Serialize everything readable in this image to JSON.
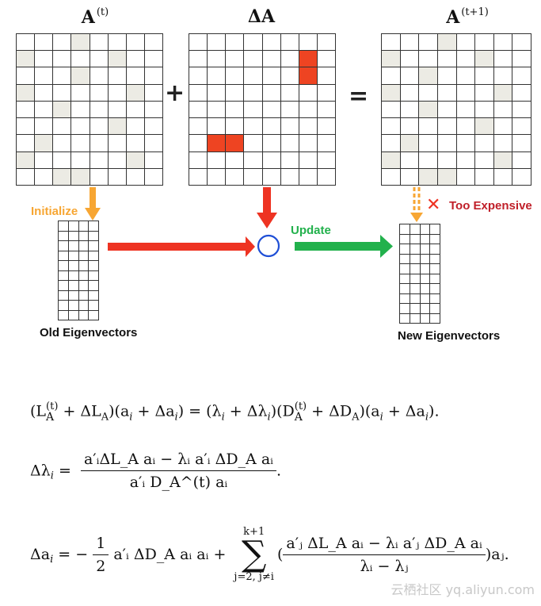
{
  "titles": {
    "A_t": "A",
    "A_t_sup": "(t)",
    "delta_A": "ΔA",
    "A_t1": "A",
    "A_t1_sup": "(t+1)"
  },
  "operators": {
    "plus": "+",
    "equals": "="
  },
  "labels": {
    "initialize": "Initialize",
    "too_expensive": "Too Expensive",
    "update": "Update",
    "old_eigenvectors": "Old Eigenvectors",
    "new_eigenvectors": "New Eigenvectors"
  },
  "colors": {
    "orange": "#f7a633",
    "red": "#ee3322",
    "green": "#22b14c",
    "blue": "#1f4fd6",
    "shade": "#ecebe4",
    "dark_red": "#c0202a"
  },
  "icons": {
    "cross": "✕"
  },
  "matrices": {
    "A_t_shaded": [
      [
        0,
        3
      ],
      [
        1,
        0
      ],
      [
        1,
        5
      ],
      [
        2,
        3
      ],
      [
        3,
        0
      ],
      [
        3,
        6
      ],
      [
        4,
        2
      ],
      [
        5,
        5
      ],
      [
        6,
        1
      ],
      [
        7,
        0
      ],
      [
        7,
        6
      ],
      [
        8,
        2
      ],
      [
        8,
        3
      ]
    ],
    "delta_A_red": [
      [
        1,
        6
      ],
      [
        2,
        6
      ],
      [
        6,
        1
      ],
      [
        6,
        2
      ]
    ],
    "A_t1_shaded": [
      [
        0,
        3
      ],
      [
        1,
        0
      ],
      [
        1,
        5
      ],
      [
        2,
        2
      ],
      [
        3,
        0
      ],
      [
        3,
        6
      ],
      [
        4,
        2
      ],
      [
        5,
        5
      ],
      [
        6,
        1
      ],
      [
        7,
        0
      ],
      [
        7,
        6
      ],
      [
        8,
        2
      ],
      [
        8,
        3
      ]
    ]
  },
  "equations": {
    "eq1_pre": "(L",
    "eq1_sup1": "(t)",
    "eq1_sub1": "A",
    "eq1_mid": " + ΔL",
    "eq1_sub2": "A",
    "eq1_rest": ")(a",
    "eq1_i1": "i",
    "eq1_r2": " + Δa",
    "eq1_i2": "i",
    "eq1_r3": ") = (λ",
    "eq1_i3": "i",
    "eq1_r4": " + Δλ",
    "eq1_i4": "i",
    "eq1_r5": ")(D",
    "eq1_sup2": "(t)",
    "eq1_sub3": "A",
    "eq1_r6": " + ΔD",
    "eq1_sub4": "A",
    "eq1_r7": ")(a",
    "eq1_i5": "i",
    "eq1_r8": " + Δa",
    "eq1_i6": "i",
    "eq1_r9": ").",
    "eq2_lhs": "Δλ",
    "eq2_lhs_i": "i",
    "eq2_eq": " = ",
    "eq2_num": "a′ᵢΔL_A aᵢ − λᵢ a′ᵢ ΔD_A aᵢ",
    "eq2_den": "a′ᵢ D_A^(t) aᵢ",
    "eq2_end": ".",
    "eq3_lhs": "Δa",
    "eq3_lhs_i": "i",
    "eq3_eq": " = −",
    "eq3_half_num": "1",
    "eq3_half_den": "2",
    "eq3_term": "a′ᵢ ΔD_A aᵢ aᵢ +",
    "eq3_sum_top": "k+1",
    "eq3_sum_bot": "j=2, j≠i",
    "eq3_sum": "∑",
    "eq3_open": "(",
    "eq3_num": "a′ⱼ ΔL_A aᵢ − λᵢ a′ⱼ ΔD_A aᵢ",
    "eq3_den": "λᵢ − λⱼ",
    "eq3_close": ")aⱼ."
  },
  "watermark": "云栖社区 yq.aliyun.com"
}
